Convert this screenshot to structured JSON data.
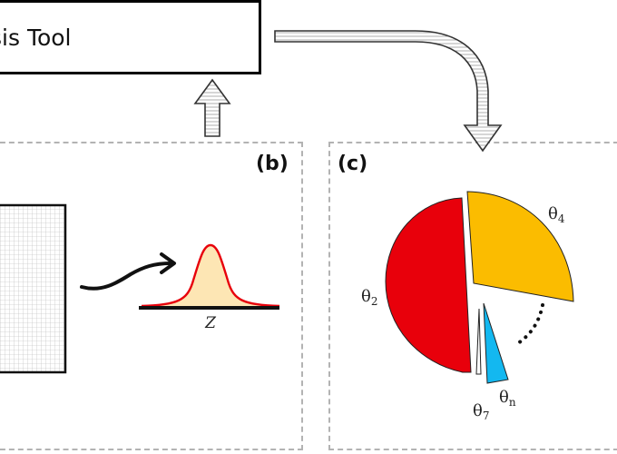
{
  "header": {
    "tool_label": "sis Tool"
  },
  "panels": {
    "b": {
      "letter": "(b)",
      "axis_label": "Z"
    },
    "c": {
      "letter": "(c)",
      "slices": [
        {
          "symbol": "θ",
          "index": "2",
          "color": "#e8000b"
        },
        {
          "symbol": "θ",
          "index": "4",
          "color": "#fbbc00"
        },
        {
          "symbol": "θ",
          "index": "7",
          "color": "#ffffff"
        },
        {
          "symbol": "θ",
          "index": "n",
          "color": "#13b8f0"
        }
      ]
    }
  },
  "colors": {
    "curve_line": "#e8000b",
    "curve_fill": "#fde6b4",
    "panel_border": "#b3b3b3"
  }
}
